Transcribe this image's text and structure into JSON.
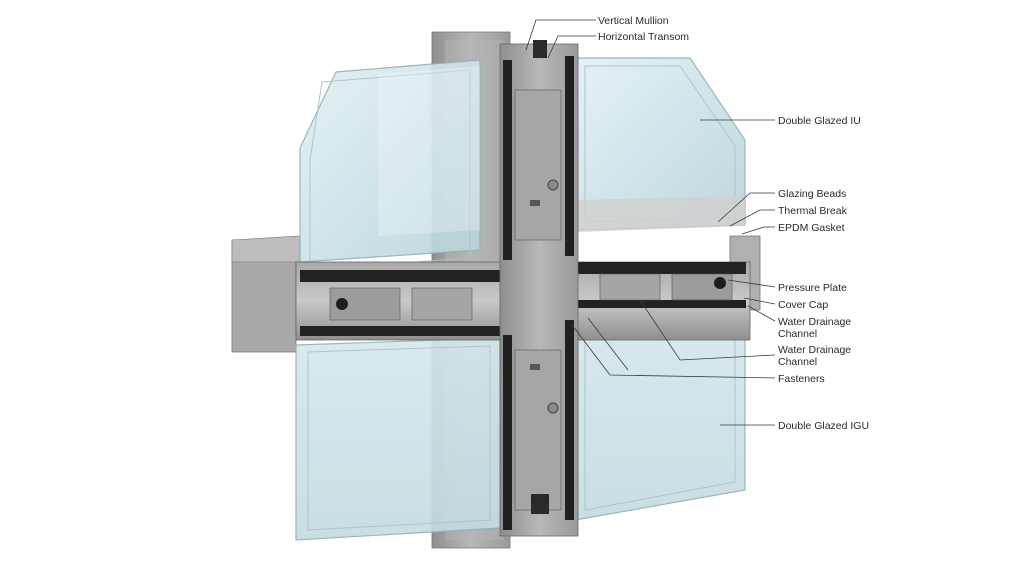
{
  "labels": {
    "vertical_mullion": "Vertical Mullion",
    "horizontal_transom": "Horizontal Transom",
    "double_glazed_iu": "Double Glazed IU",
    "glazing_beads": "Glazing Beads",
    "thermal_break": "Thermal Break",
    "epdm_gasket": "EPDM Gasket",
    "pressure_plate": "Pressure Plate",
    "cover_cap": "Cover Cap",
    "water_drainage_channel_1_line1": "Water Drainage",
    "water_drainage_channel_1_line2": "Channel",
    "water_drainage_channel_2_line1": "Water Drainage",
    "water_drainage_channel_2_line2": "Channel",
    "fasteners": "Fasteners",
    "double_glazed_igu": "Double Glazed IGU"
  }
}
